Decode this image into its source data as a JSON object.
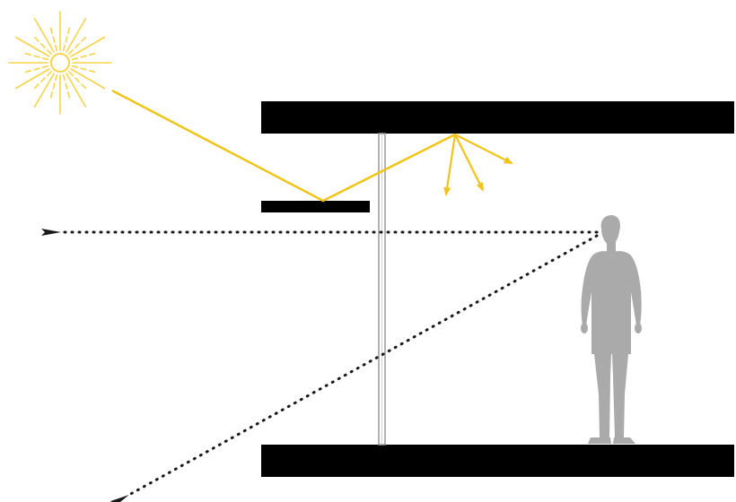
{
  "diagram": {
    "elements": {
      "sun": "sun-icon",
      "ceiling": "ceiling-slab",
      "floor": "floor-slab",
      "light_shelf": "light-shelf",
      "window": "window-glazing",
      "person": "person-silhouette",
      "sunlight_ray": "sunlight-ray",
      "diffuse_rays": "diffused-light-rays",
      "sightline_horizontal": "horizontal-sightline",
      "sightline_downward": "downward-sightline"
    },
    "colors": {
      "background": "#ffffff",
      "structure": "#000000",
      "sunlight": "#f0c419",
      "sun": "#f5d44a",
      "window": "#9a9a9a",
      "person": "#a9aaa9",
      "sightline": "#1a1a1a"
    },
    "labels": []
  }
}
